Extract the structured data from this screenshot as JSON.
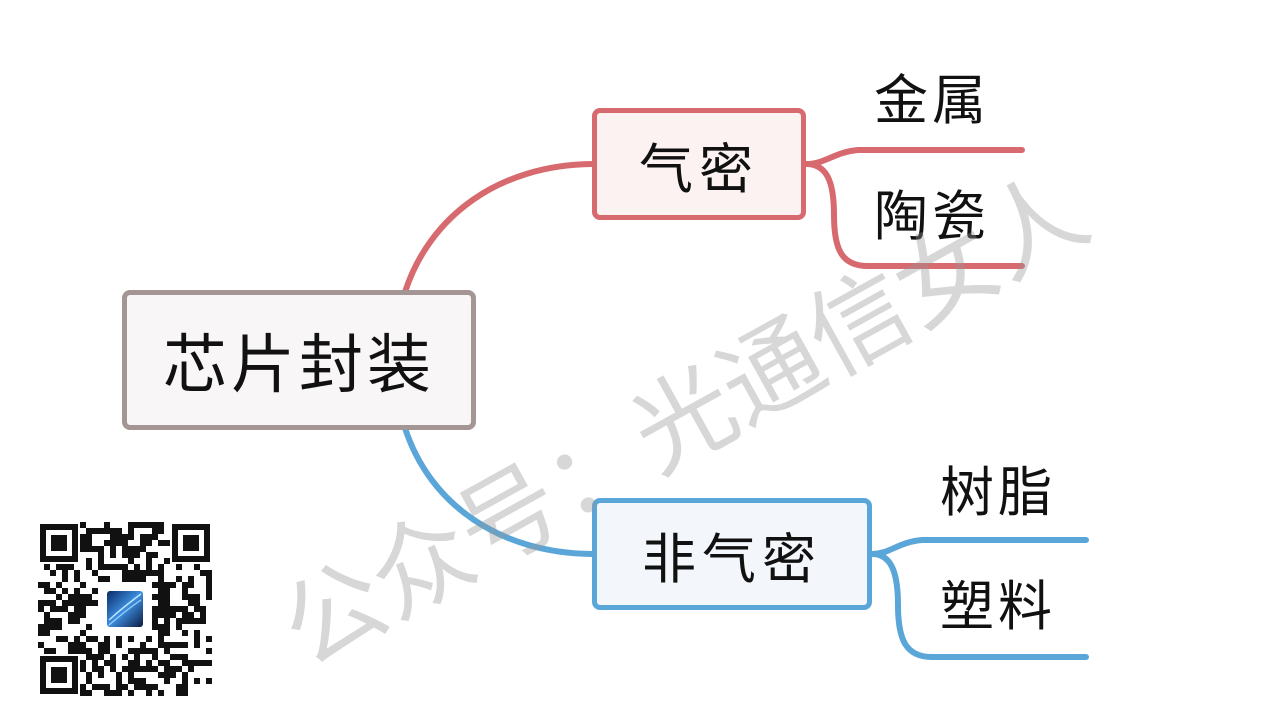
{
  "root": {
    "label": "芯片封装"
  },
  "branches": [
    {
      "label": "气密",
      "color": "#d76a6e",
      "children": [
        "金属",
        "陶瓷"
      ]
    },
    {
      "label": "非气密",
      "color": "#5aa6d8",
      "children": [
        "树脂",
        "塑料"
      ]
    }
  ],
  "watermark": "公众号：光通信女人",
  "root_border_color": "#a49694"
}
